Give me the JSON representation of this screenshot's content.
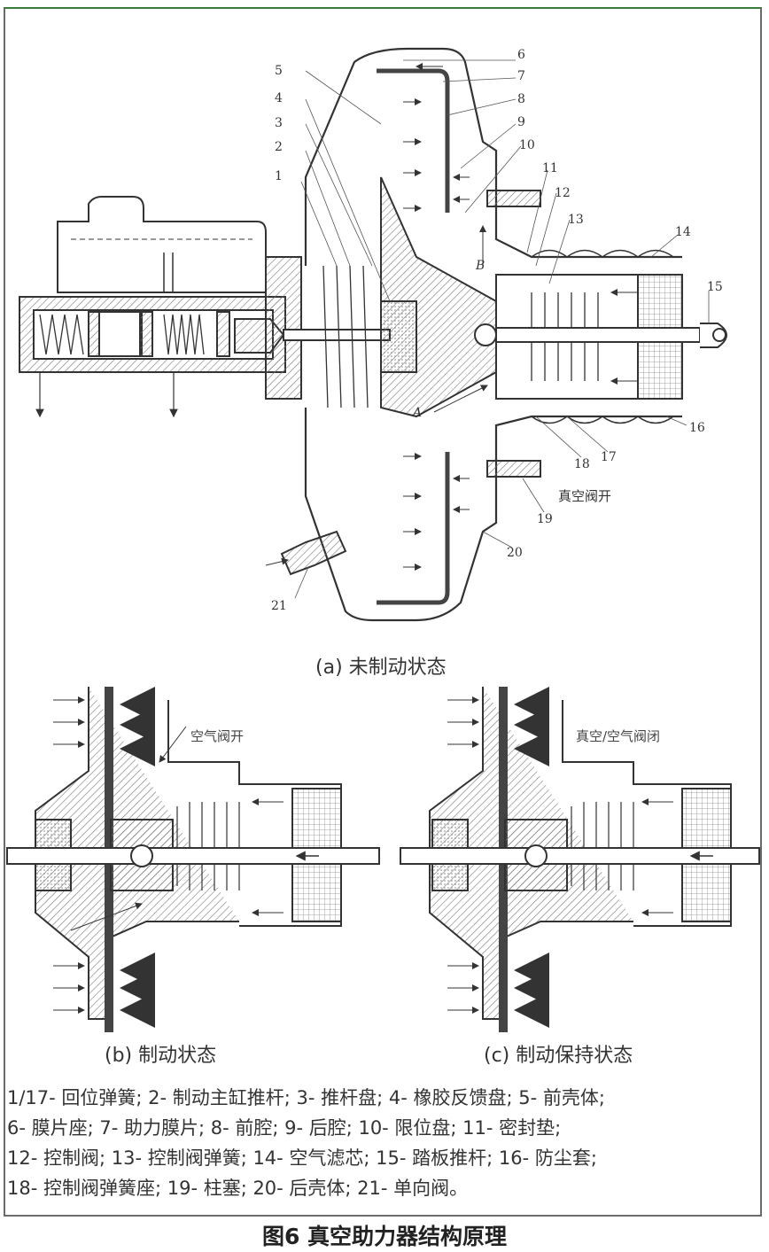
{
  "numbers": [
    "1",
    "2",
    "3",
    "4",
    "5",
    "6",
    "7",
    "8",
    "9",
    "10",
    "11",
    "12",
    "13",
    "14",
    "15",
    "16",
    "17",
    "18",
    "19",
    "20",
    "21"
  ],
  "letters": {
    "a": "A",
    "b": "B"
  },
  "annotations": {
    "vacuum_open": "真空阀开",
    "air_open": "空气阀开",
    "both_closed": "真空/空气阀闭"
  },
  "captions": {
    "a": "(a) 未制动状态",
    "b": "(b) 制动状态",
    "c": "(c) 制动保持状态"
  },
  "legend": [
    "1/17- 回位弹簧; 2- 制动主缸推杆; 3- 推杆盘; 4- 橡胶反馈盘; 5- 前壳体;",
    "6- 膜片座; 7- 助力膜片; 8- 前腔; 9- 后腔; 10- 限位盘; 11- 密封垫;",
    "12- 控制阀; 13- 控制阀弹簧; 14- 空气滤芯; 15- 踏板推杆; 16- 防尘套;",
    "18- 控制阀弹簧座; 19- 柱塞; 20- 后壳体; 21- 单向阀。"
  ],
  "figure_title": "图6 真空助力器结构原理"
}
